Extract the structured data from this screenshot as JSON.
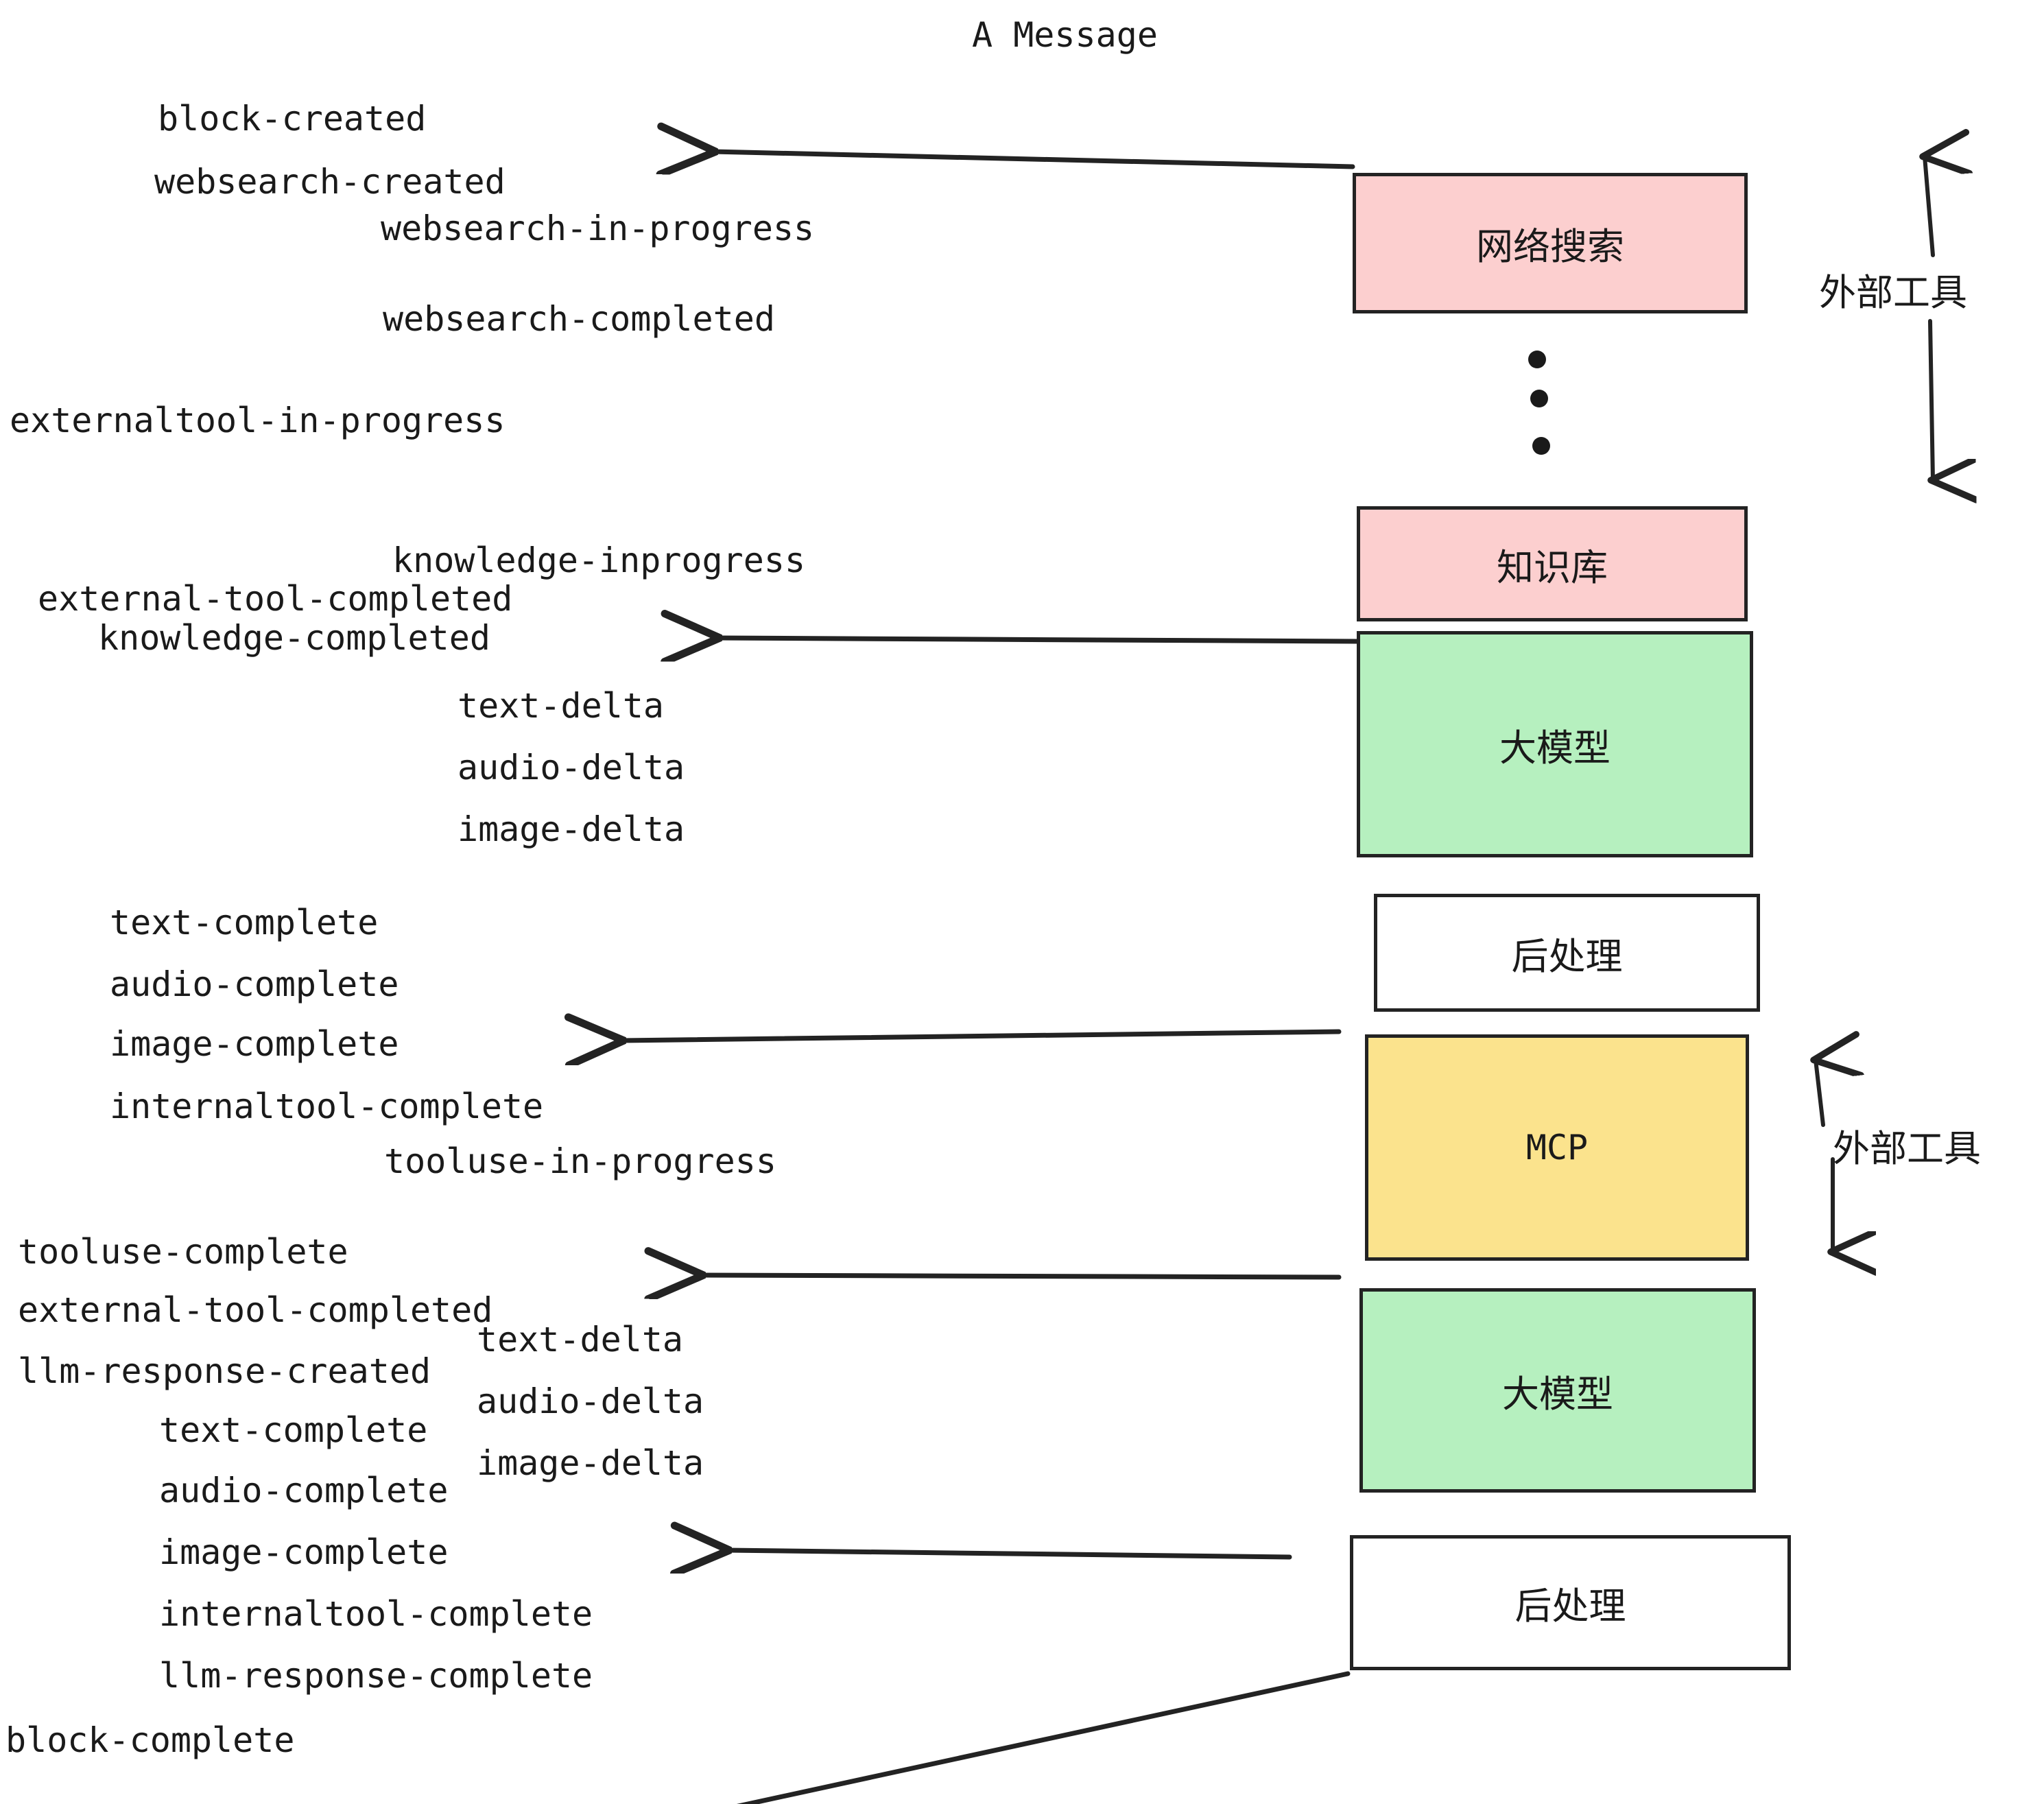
{
  "title": "A Message",
  "nodes": [
    {
      "id": "websearch",
      "label": "网络搜索",
      "color": "#fccfcf"
    },
    {
      "id": "knowledge",
      "label": "知识库",
      "color": "#fccfcf"
    },
    {
      "id": "llm-1",
      "label": "大模型",
      "color": "#b6f0bf"
    },
    {
      "id": "postproc-1",
      "label": "后处理",
      "color": "#ffffff"
    },
    {
      "id": "mcp",
      "label": "MCP",
      "color": "#fbe38d"
    },
    {
      "id": "llm-2",
      "label": "大模型",
      "color": "#b6f0bf"
    },
    {
      "id": "postproc-2",
      "label": "后处理",
      "color": "#ffffff"
    }
  ],
  "side_labels": [
    {
      "id": "external-tools-top",
      "label": "外部工具"
    },
    {
      "id": "external-tools-bottom",
      "label": "外部工具"
    }
  ],
  "events": [
    {
      "id": "block-created",
      "label": "block-created"
    },
    {
      "id": "websearch-created",
      "label": "websearch-created"
    },
    {
      "id": "websearch-in-progress",
      "label": "websearch-in-progress"
    },
    {
      "id": "websearch-completed",
      "label": "websearch-completed"
    },
    {
      "id": "externaltool-in-progress",
      "label": "externaltool-in-progress"
    },
    {
      "id": "knowledge-inprogress",
      "label": "knowledge-inprogress"
    },
    {
      "id": "external-tool-completed-1",
      "label": "external-tool-completed"
    },
    {
      "id": "knowledge-completed",
      "label": "knowledge-completed"
    },
    {
      "id": "text-delta-1",
      "label": "text-delta"
    },
    {
      "id": "audio-delta-1",
      "label": "audio-delta"
    },
    {
      "id": "image-delta-1",
      "label": "image-delta"
    },
    {
      "id": "text-complete-1",
      "label": "text-complete"
    },
    {
      "id": "audio-complete-1",
      "label": "audio-complete"
    },
    {
      "id": "image-complete-1",
      "label": "image-complete"
    },
    {
      "id": "internaltool-complete-1",
      "label": "internaltool-complete"
    },
    {
      "id": "tooluse-in-progress",
      "label": "tooluse-in-progress"
    },
    {
      "id": "tooluse-complete",
      "label": "tooluse-complete"
    },
    {
      "id": "external-tool-completed-2",
      "label": "external-tool-completed"
    },
    {
      "id": "llm-response-created",
      "label": "llm-response-created"
    },
    {
      "id": "text-complete-2",
      "label": "text-complete"
    },
    {
      "id": "audio-complete-2",
      "label": "audio-complete"
    },
    {
      "id": "image-complete-2",
      "label": "image-complete"
    },
    {
      "id": "internaltool-complete-2",
      "label": "internaltool-complete"
    },
    {
      "id": "llm-response-complete",
      "label": "llm-response-complete"
    },
    {
      "id": "text-delta-2",
      "label": "text-delta"
    },
    {
      "id": "audio-delta-2",
      "label": "audio-delta"
    },
    {
      "id": "image-delta-2",
      "label": "image-delta"
    },
    {
      "id": "block-complete",
      "label": "block-complete"
    }
  ],
  "colors": {
    "stroke": "#232323",
    "text": "#1a1a1a",
    "pink": "#fccfcf",
    "green": "#b6f0bf",
    "yellow": "#fbe38d",
    "white": "#ffffff",
    "background": "#ffffff"
  }
}
